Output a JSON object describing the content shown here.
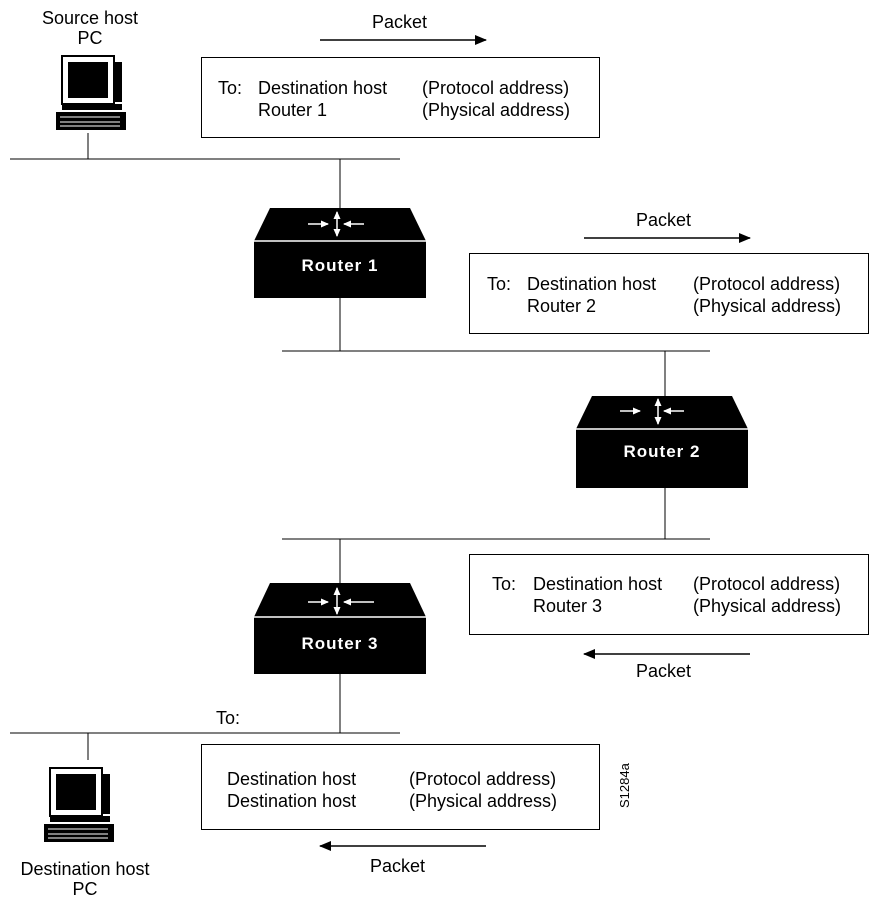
{
  "source_host": {
    "line1": "Source host",
    "line2": "PC"
  },
  "destination_host": {
    "line1": "Destination host",
    "line2": "PC"
  },
  "routers": [
    {
      "label": "Router 1"
    },
    {
      "label": "Router 2"
    },
    {
      "label": "Router 3"
    }
  ],
  "packets": [
    {
      "caption": "Packet",
      "direction": "right",
      "to_label": "To:",
      "row1_dest": "Destination host",
      "row1_type": "(Protocol address)",
      "row2_dest": "Router 1",
      "row2_type": "(Physical address)"
    },
    {
      "caption": "Packet",
      "direction": "right",
      "to_label": "To:",
      "row1_dest": "Destination host",
      "row1_type": "(Protocol address)",
      "row2_dest": "Router 2",
      "row2_type": "(Physical address)"
    },
    {
      "caption": "Packet",
      "direction": "left",
      "to_label": "To:",
      "row1_dest": "Destination host",
      "row1_type": "(Protocol address)",
      "row2_dest": "Router 3",
      "row2_type": "(Physical address)"
    },
    {
      "caption": "Packet",
      "direction": "left",
      "to_label": "To:",
      "row1_dest": "Destination host",
      "row1_type": "(Protocol address)",
      "row2_dest": "Destination host",
      "row2_type": "(Physical address)"
    }
  ],
  "figure_id": "S1284a",
  "colors": {
    "ink": "#000000",
    "router_fill": "#000000",
    "router_text": "#ffffff",
    "background": "#ffffff"
  }
}
